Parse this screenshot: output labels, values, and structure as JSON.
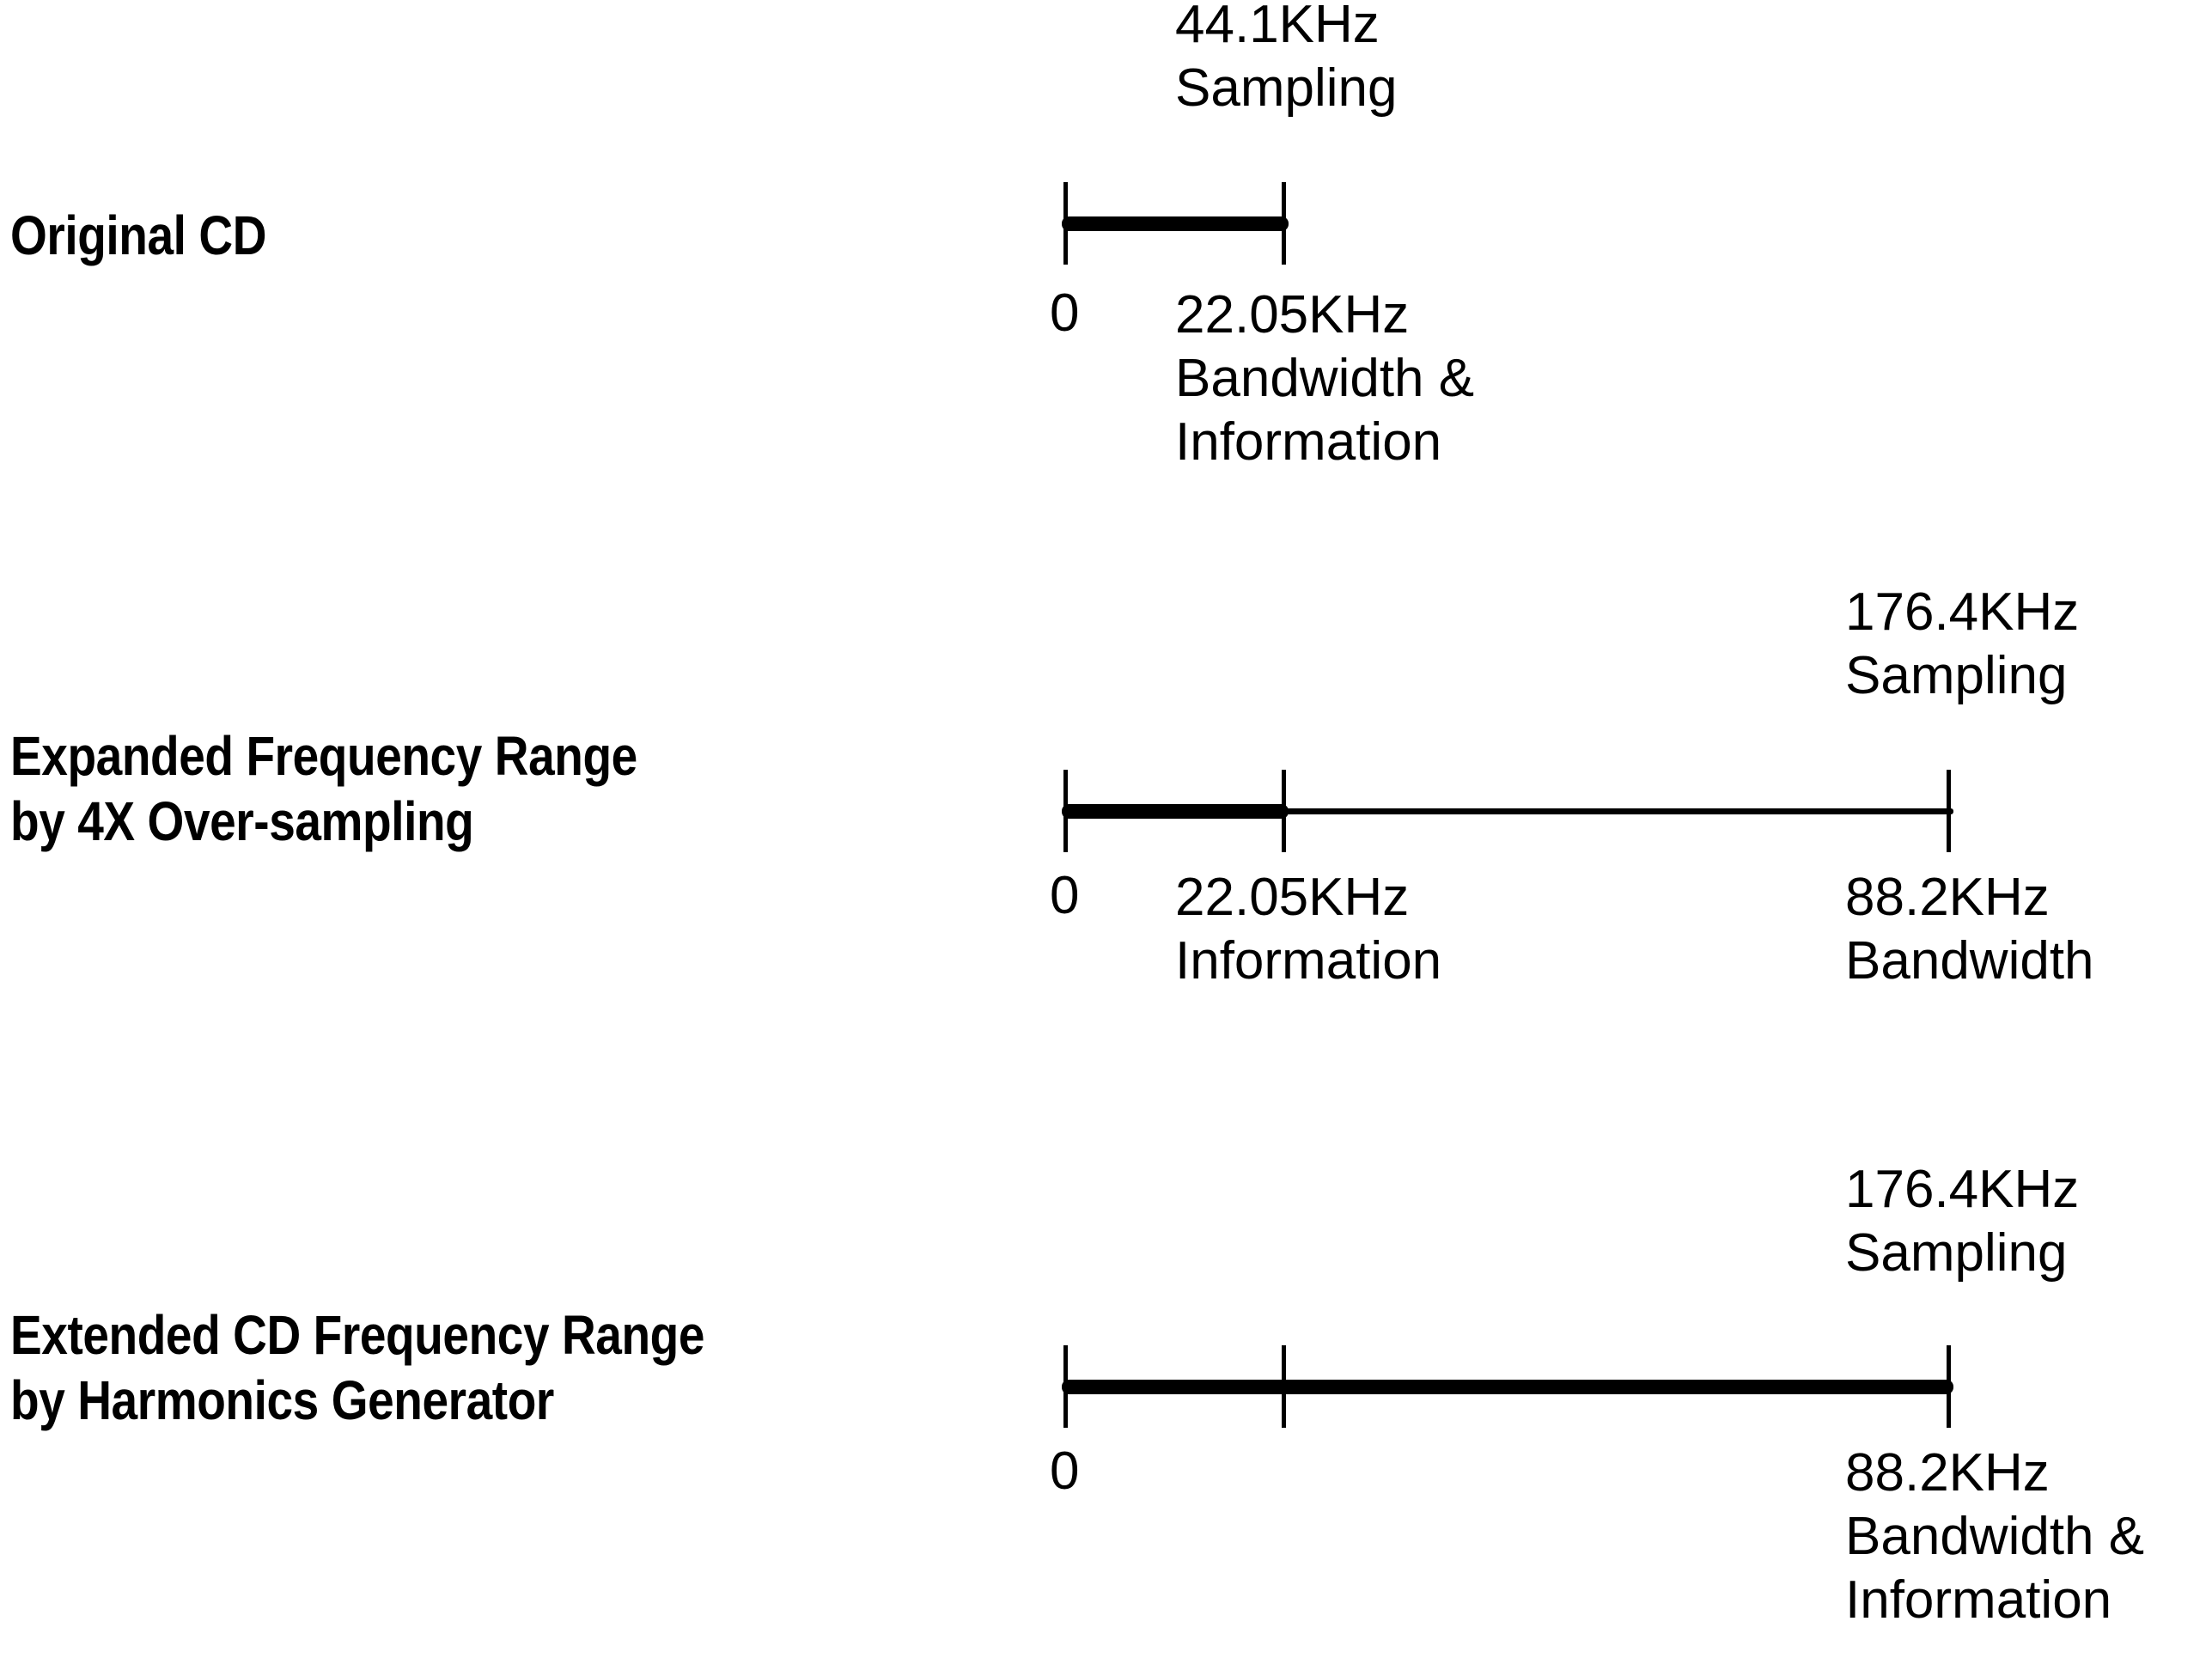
{
  "figure": {
    "type": "diagram",
    "subject": "CD audio frequency range / sampling comparison",
    "background": "#ffffff",
    "ink": "#000000"
  },
  "chart_data": {
    "type": "bar",
    "title": "",
    "xlabel": "",
    "ylabel": "",
    "axis_unit": "KHz",
    "axis_ticks_khz": [
      0,
      22.05,
      88.2
    ],
    "rows": [
      {
        "heading": "Original CD",
        "sampling_rate": "44.1KHz",
        "information_limit_khz": 22.05,
        "bandwidth_limit_khz": 22.05,
        "solid_span_khz": [
          0,
          22.05
        ],
        "thin_span_khz": null
      },
      {
        "heading": "Expanded Frequency Range\nby 4X Over-sampling",
        "sampling_rate": "176.4KHz",
        "information_limit_khz": 22.05,
        "bandwidth_limit_khz": 88.2,
        "solid_span_khz": [
          0,
          22.05
        ],
        "thin_span_khz": [
          22.05,
          88.2
        ]
      },
      {
        "heading": "Extended CD Frequency Range\nby Harmonics Generator",
        "sampling_rate": "176.4KHz",
        "information_limit_khz": 88.2,
        "bandwidth_limit_khz": 88.2,
        "solid_span_khz": [
          0,
          88.2
        ],
        "thin_span_khz": null
      }
    ]
  },
  "rows": [
    {
      "heading": "Original CD",
      "top_label": "44.1KHz\nSampling",
      "zero_label": "0",
      "mid_label": "22.05KHz\nBandwidth &\nInformation",
      "end_label": ""
    },
    {
      "heading": "Expanded Frequency Range\nby 4X Over-sampling",
      "top_label": "176.4KHz\nSampling",
      "zero_label": "0",
      "mid_label": "22.05KHz\nInformation",
      "end_label": "88.2KHz\nBandwidth"
    },
    {
      "heading": "Extended CD Frequency Range\nby Harmonics Generator",
      "top_label": "176.4KHz\nSampling",
      "zero_label": "0",
      "mid_label": "",
      "end_label": "88.2KHz\nBandwidth &\nInformation"
    }
  ]
}
